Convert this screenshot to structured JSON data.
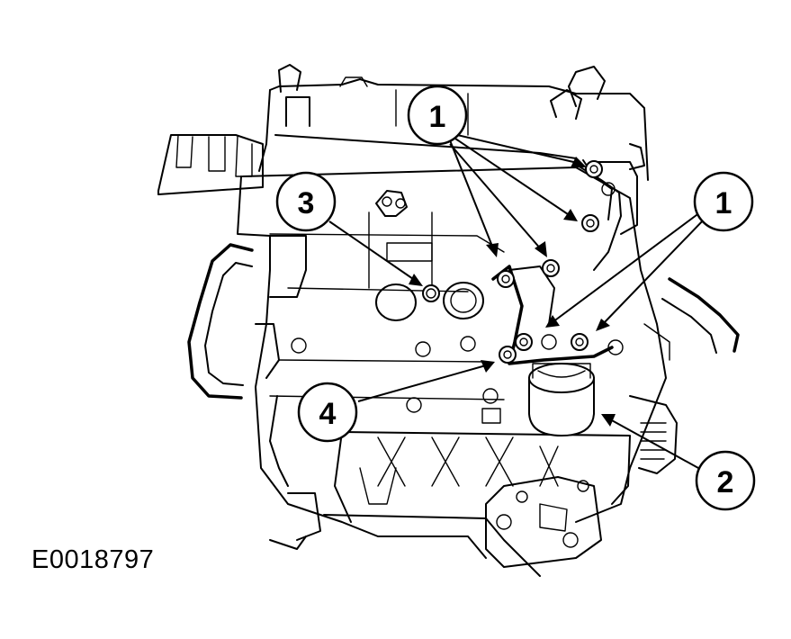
{
  "figure_id": "E0018797",
  "callouts": [
    {
      "label": "1"
    },
    {
      "label": "1"
    },
    {
      "label": "3"
    },
    {
      "label": "4"
    },
    {
      "label": "2"
    }
  ]
}
